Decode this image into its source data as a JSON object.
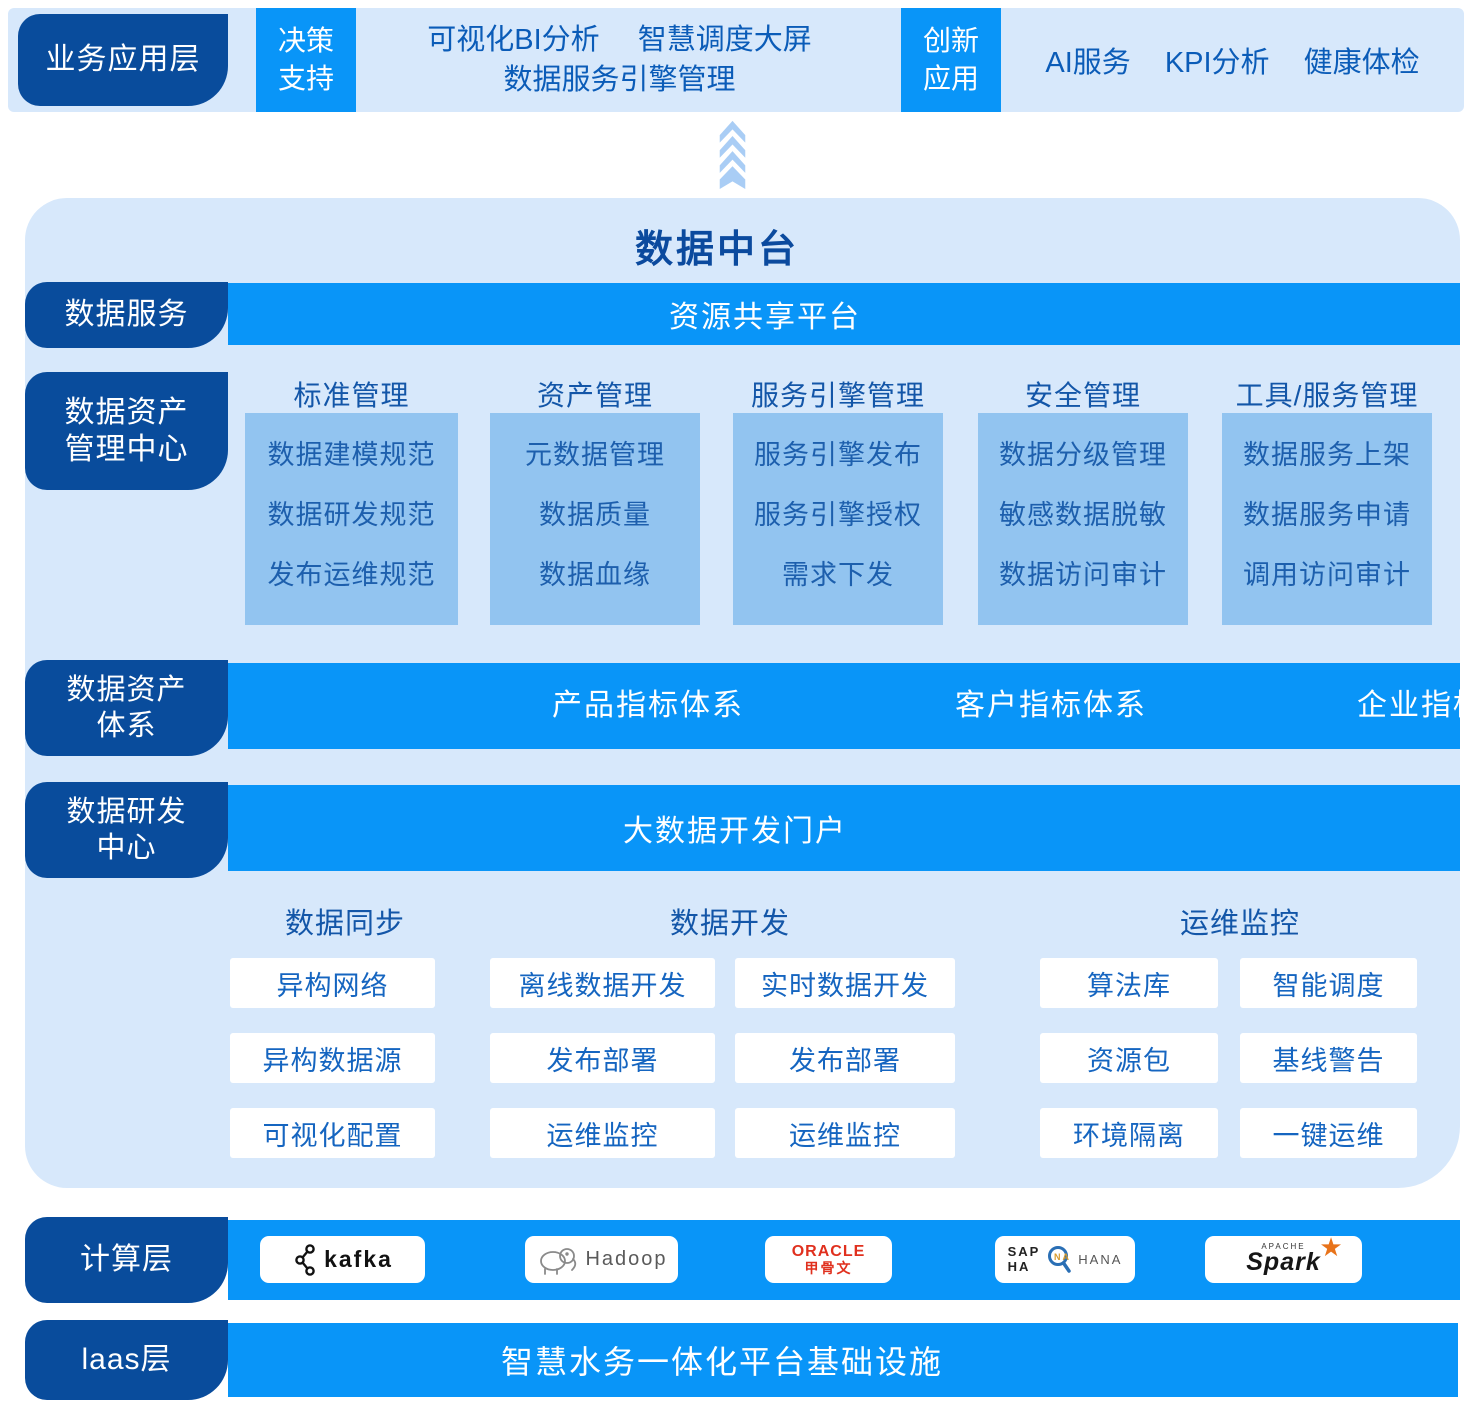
{
  "colors": {
    "background": "#ffffff",
    "panel_light_blue": "#d7e8fb",
    "accent_bright_blue": "#0995f8",
    "label_dark_blue": "#094c9c",
    "sub_box_blue": "#92c4f0",
    "dark_blue_text": "#1159ac",
    "oracle_red": "#e0301e",
    "spark_orange": "#e8731a"
  },
  "top_banner": {
    "layer_label": "业务应用层",
    "decision_tag_line1": "决策",
    "decision_tag_line2": "支持",
    "decision_item1": "可视化BI分析",
    "decision_item2": "智慧调度大屏",
    "decision_item3": "数据服务引擎管理",
    "innovation_tag_line1": "创新",
    "innovation_tag_line2": "应用",
    "innovation_item1": "AI服务",
    "innovation_item2": "KPI分析",
    "innovation_item3": "健康体检"
  },
  "platform": {
    "title": "数据中台",
    "data_service_row": {
      "label": "数据服务",
      "bar_text": "资源共享平台"
    },
    "asset_center": {
      "label_line1": "数据资产",
      "label_line2": "管理中心",
      "columns": [
        {
          "header": "标准管理",
          "items": [
            "数据建模规范",
            "数据研发规范",
            "发布运维规范"
          ]
        },
        {
          "header": "资产管理",
          "items": [
            "元数据管理",
            "数据质量",
            "数据血缘"
          ]
        },
        {
          "header": "服务引擎管理",
          "items": [
            "服务引擎发布",
            "服务引擎授权",
            "需求下发"
          ]
        },
        {
          "header": "安全管理",
          "items": [
            "数据分级管理",
            "敏感数据脱敏",
            "数据访问审计"
          ]
        },
        {
          "header": "工具/服务管理",
          "items": [
            "数据服务上架",
            "数据服务申请",
            "调用访问审计"
          ]
        }
      ]
    },
    "asset_system_row": {
      "label_line1": "数据资产",
      "label_line2": "体系",
      "items": [
        "产品指标体系",
        "客户指标体系",
        "企业指标体系"
      ]
    },
    "dev_center_row": {
      "label_line1": "数据研发",
      "label_line2": "中心",
      "bar_text": "大数据开发门户"
    },
    "dev_sections": [
      {
        "header": "数据同步",
        "boxes": [
          "异构网络",
          "异构数据源",
          "可视化配置"
        ]
      },
      {
        "header": "数据开发",
        "col1": [
          "离线数据开发",
          "发布部署",
          "运维监控"
        ],
        "col2": [
          "实时数据开发",
          "发布部署",
          "运维监控"
        ]
      },
      {
        "header": "运维监控",
        "col1": [
          "算法库",
          "资源包",
          "环境隔离"
        ],
        "col2": [
          "智能调度",
          "基线警告",
          "一键运维"
        ]
      }
    ]
  },
  "compute_layer": {
    "label": "计算层",
    "logos": {
      "kafka": "kafka",
      "hadoop": "Hadoop",
      "oracle_line1": "ORACLE",
      "oracle_line2": "甲骨文",
      "sap_top": "SAP",
      "sap_bottom": "HA",
      "sap_right": "HANA",
      "spark_apache": "APACHE",
      "spark": "Spark"
    }
  },
  "iaas_layer": {
    "label": "laas层",
    "bar_text": "智慧水务一体化平台基础设施"
  }
}
